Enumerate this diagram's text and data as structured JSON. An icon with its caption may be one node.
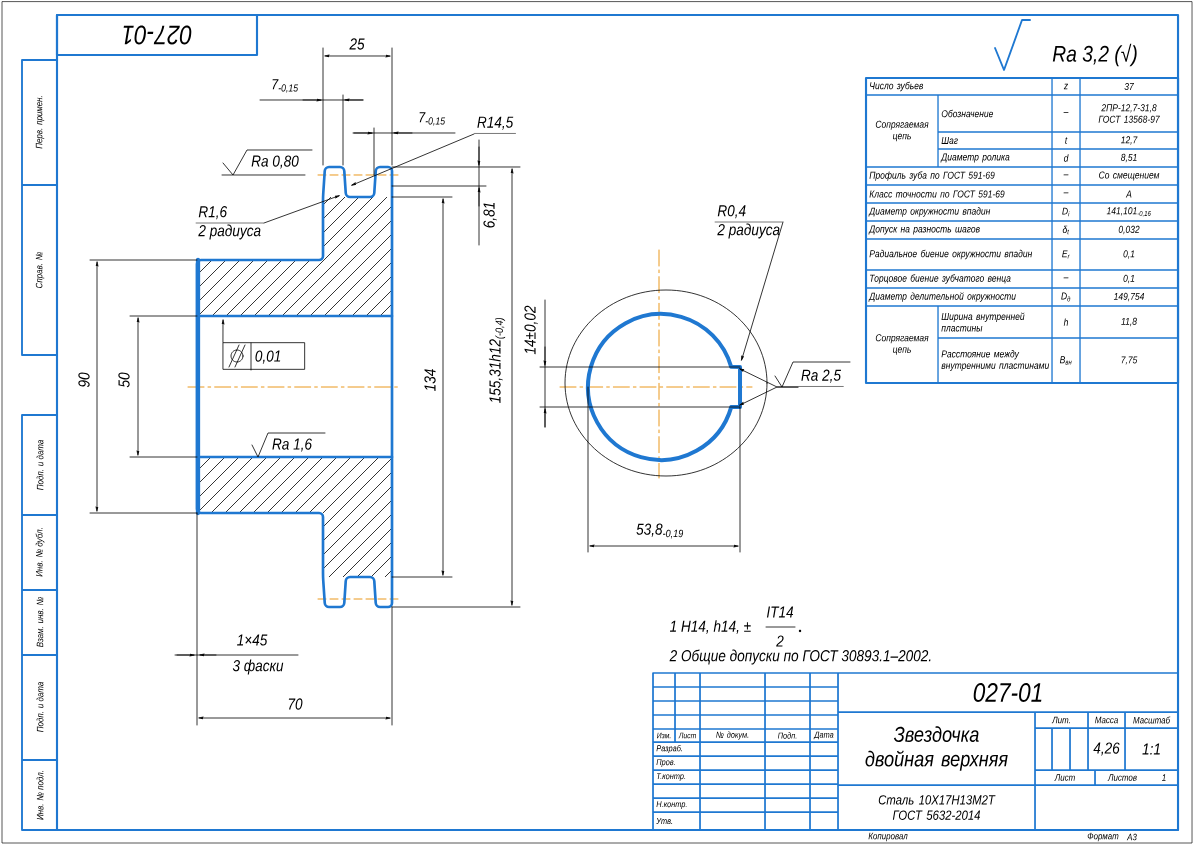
{
  "diagram": {
    "nodes": [
      {
        "text": [
          "R1,6",
          "2 радиуса"
        ]
      },
      {
        "text": [
          "R14,5"
        ]
      },
      {
        "text": [
          "R0,4",
          "2 радиуса"
        ]
      },
      {
        "text": [
          "Ra 2,5"
        ]
      },
      {
        "text": [
          "0,01"
        ]
      }
    ],
    "edges": [
      {
        "from": 0,
        "to": null,
        "arrow": "to"
      },
      {
        "from": 1,
        "to": null,
        "arrow": "to"
      },
      {
        "from": 2,
        "to": null,
        "arrow": "to"
      },
      {
        "from": 3,
        "to": null,
        "arrow": "to"
      },
      {
        "from": 3,
        "to": null,
        "arrow": "to"
      },
      {
        "from": 4,
        "to": null,
        "arrow": "to"
      }
    ],
    "labels": [
      "027-01",
      "Перв. примен.",
      "Справ. №",
      "Подп. и дата",
      "Инв. № дубл.",
      "Взам. инв. №",
      "Подп. и дата",
      "Инв. № подл.",
      "25",
      "7$_{-0,15}$",
      "7$_{-0,15}$",
      "Ra 0,80",
      "6,81",
      "90",
      "50",
      "134",
      "155,31h12$_{(-0,4)}$",
      "Ra 1,6",
      "1×45",
      "3 фаски",
      "70",
      "14±0,02",
      "53,8$_{-0,19}$",
      "Ra 3,2 (√)",
      "1 H14, h14, ±",
      "IT14",
      "2",
      "2 Общие допуски по ГОСТ 30893.1–2002.",
      "Число зубьев",
      "z",
      "37",
      "Сопрягаемая цепь",
      "Обозначение",
      "–",
      "2ПР-12,7-31,8 ГОСТ 13568-97",
      "Шаг",
      "t",
      "12,7",
      "Диаметр ролика",
      "d",
      "8,51",
      "Профиль зуба по ГОСТ 591-69",
      "–",
      "Со смещением",
      "Класс точности по ГОСТ 591-69",
      "–",
      "А",
      "Диаметр окружности впадин",
      "D$_{i}$",
      "141,101$_{-0,16}$",
      "Допуск на разность шагов",
      "δ$_{t}$",
      "0,032",
      "Радиальное биение окружности впадин",
      "E$_{r}$",
      "0,1",
      "Торцовое биение зубчатого венца",
      "–",
      "0,1",
      "Диаметр делительной окружности",
      "D$_{д}$",
      "149,754",
      "Сопрягаемая цепь",
      "Ширина внутренней пластины",
      "h",
      "11,8",
      "Расстояние между внутренними пластинами",
      "В$_{вн}$",
      "7,75",
      "027-01",
      "Изм.",
      "Лист",
      "№ докум.",
      "Подп.",
      "Дата",
      "Разраб.",
      "Пров.",
      "Т.контр.",
      "Н.контр.",
      "Утв.",
      "Звездочка двойная верхняя",
      "Лит.",
      "Масса",
      "Масштаб",
      "4,26",
      "1:1",
      "Лист",
      "Листов",
      "1",
      "Сталь 10Х17Н13М2Т ГОСТ 5632-2014",
      "Копировал",
      "Формат",
      "А3"
    ]
  }
}
